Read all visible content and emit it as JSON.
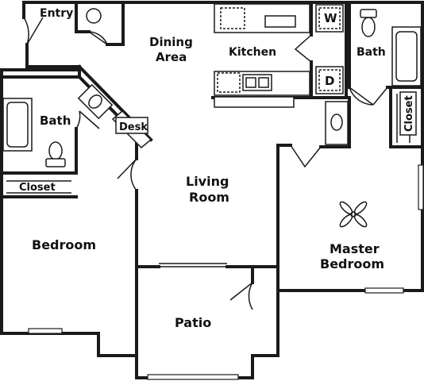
{
  "rooms": {
    "entry": "Entry",
    "dining_line1": "Dining",
    "dining_line2": "Area",
    "kitchen": "Kitchen",
    "washer": "W",
    "dryer": "D",
    "bath_right": "Bath",
    "bath_left": "Bath",
    "desk": "Desk",
    "closet_left": "Closet",
    "closet_right": "Closet",
    "living_line1": "Living",
    "living_line2": "Room",
    "bedroom": "Bedroom",
    "master_line1": "Master",
    "master_line2": "Bedroom",
    "patio": "Patio"
  },
  "icons": {
    "ceiling_fan": "ceiling-fan-icon",
    "toilet": "toilet-icon",
    "bathtub": "bathtub-icon",
    "sink": "sink-icon",
    "stove": "stove-icon",
    "water_heater": "water-heater-icon"
  },
  "colors": {
    "wall": "#1a1a1a",
    "background": "#ffffff"
  }
}
